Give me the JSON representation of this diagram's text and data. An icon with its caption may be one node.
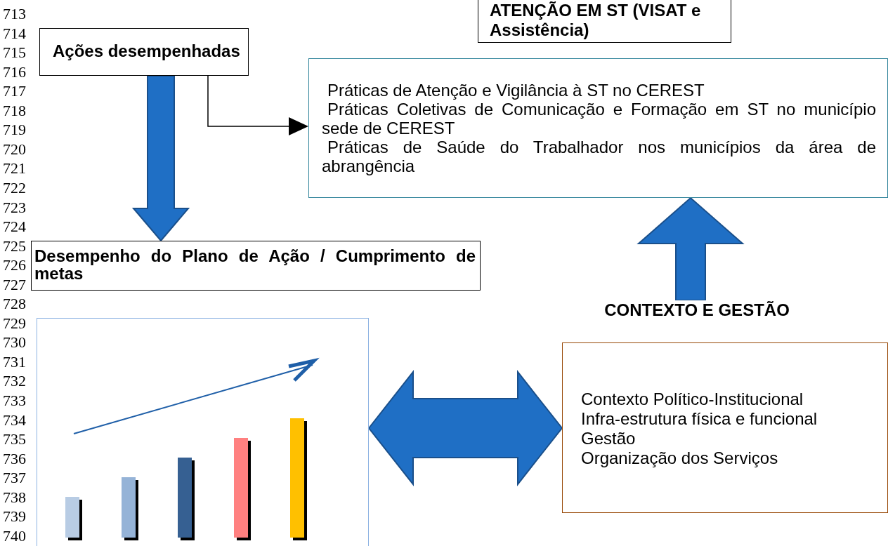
{
  "diagram": {
    "nodes": [
      {
        "text": [
          "ATENÇÃO EM ST (VISAT e Assistência)"
        ]
      },
      {
        "text": [
          "Ações desempenhadas"
        ]
      },
      {
        "text": [
          "Práticas de Atenção e Vigilância à ST no CEREST",
          "Práticas Coletivas de Comunicação e Formação em ST no município sede de CEREST",
          "Práticas de Saúde do Trabalhador nos municípios da área de abrangência"
        ]
      },
      {
        "text": [
          "Desempenho do Plano de Ação / Cumprimento de metas"
        ]
      },
      {
        "text": [],
        "shape": "picture"
      },
      {
        "text": [
          "CONTEXTO E GESTÃO"
        ]
      },
      {
        "text": [
          "Contexto Político-Institucional",
          "Infra-estrutura física e funcional",
          "Gestão",
          "Organização dos Serviços"
        ]
      }
    ],
    "edges": [
      {
        "from": 1,
        "to": 2,
        "arrow": "to",
        "color": "#000000"
      },
      {
        "from": 1,
        "to": 3,
        "arrow": "to",
        "style": "thick"
      },
      {
        "from": 5,
        "to": 2,
        "arrow": "to",
        "style": "thick"
      },
      {
        "from": 4,
        "to": 6,
        "arrow": "both",
        "style": "thick"
      }
    ],
    "labels": [
      "713",
      "714",
      "715",
      "716",
      "717",
      "718",
      "719",
      "720",
      "721",
      "722",
      "723",
      "724",
      "725",
      "726",
      "727",
      "728",
      "729",
      "730",
      "731",
      "732",
      "733",
      "734",
      "735",
      "736",
      "737",
      "738",
      "739",
      "740"
    ]
  }
}
